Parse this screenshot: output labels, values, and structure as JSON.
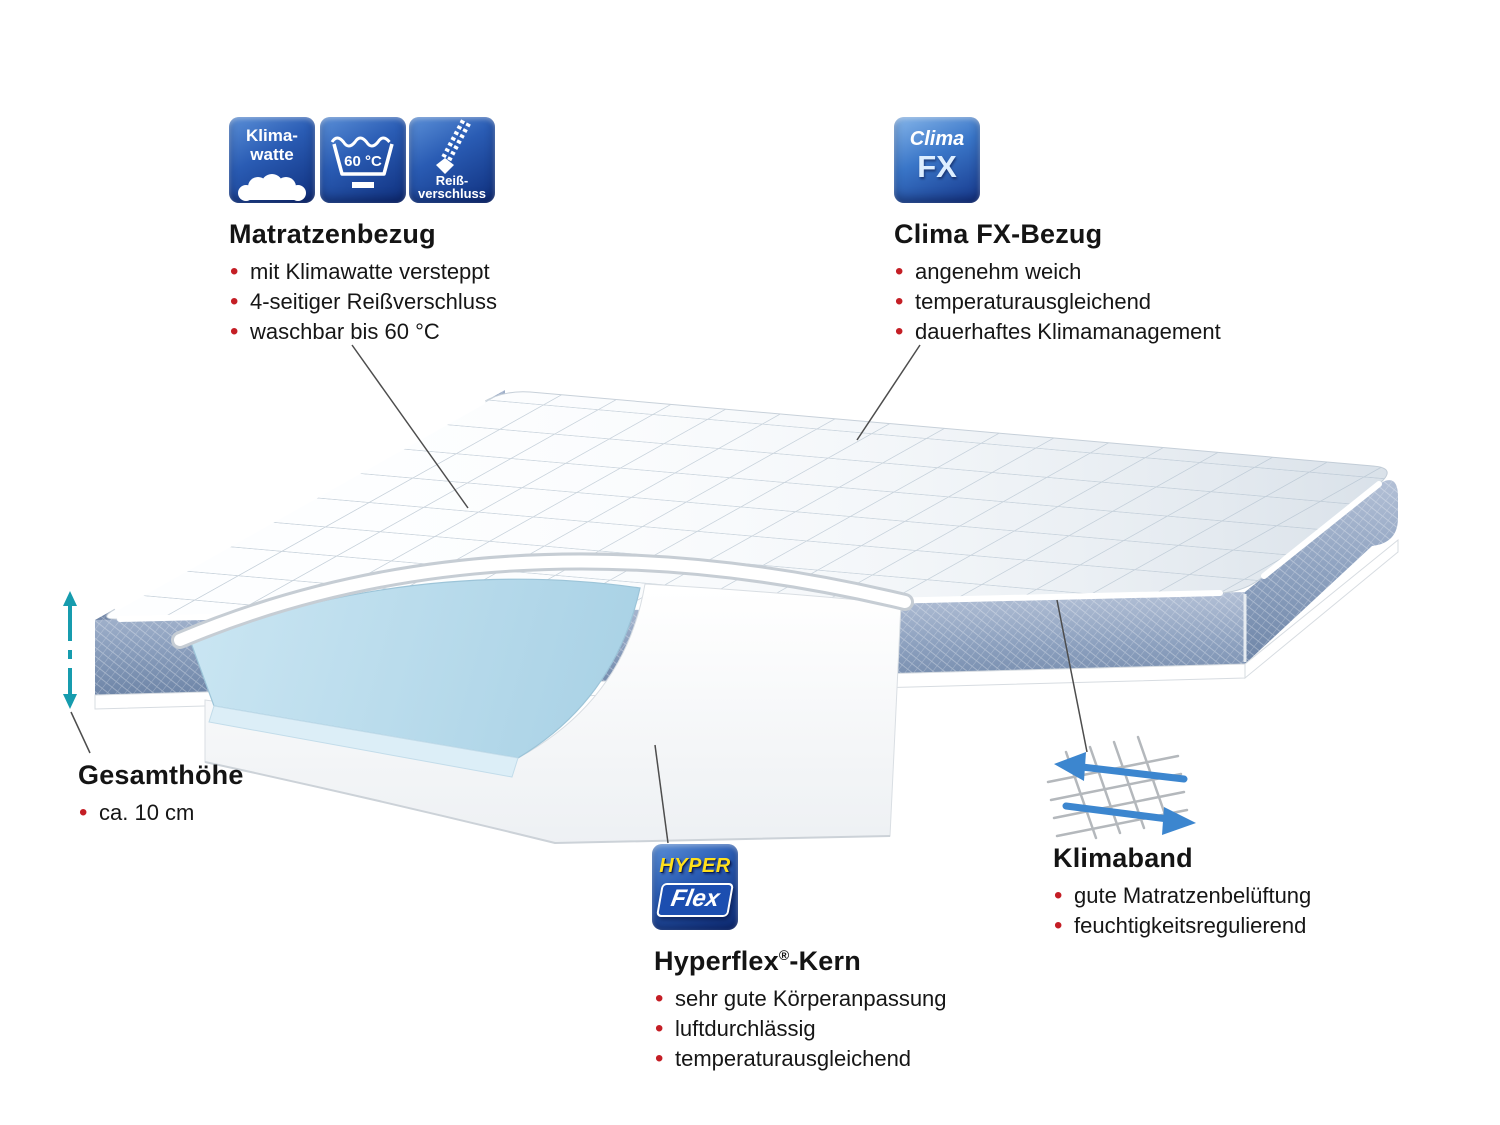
{
  "callouts": {
    "matratzenbezug": {
      "title": "Matratzenbezug",
      "bullets": [
        "mit Klimawatte versteppt",
        "4-seitiger Reißverschluss",
        "waschbar bis 60 °C"
      ]
    },
    "clima_fx": {
      "title": "Clima FX-Bezug",
      "bullets": [
        "angenehm weich",
        "temperaturausgleichend",
        "dauerhaftes Klimamanagement"
      ]
    },
    "gesamthoehe": {
      "title": "Gesamthöhe",
      "bullets": [
        "ca. 10 cm"
      ]
    },
    "hyperflex": {
      "title_main": "Hyperflex",
      "title_reg": "®",
      "title_suffix": "-Kern",
      "bullets": [
        "sehr gute Körperanpassung",
        "luftdurchlässig",
        "temperaturausgleichend"
      ]
    },
    "klimaband": {
      "title": "Klimaband",
      "bullets": [
        "gute Matratzenbelüftung",
        "feuchtigkeitsregulierend"
      ]
    }
  },
  "icons": {
    "klimawatte": {
      "line1": "Klima-",
      "line2": "watte"
    },
    "waschsymbol": {
      "temp": "60 °C"
    },
    "reissverschluss": {
      "line1": "Reiß-",
      "line2": "verschluss"
    },
    "clima_fx": {
      "line1": "Clima",
      "line2": "FX"
    },
    "hyperflex": {
      "line1": "HYPER",
      "line2": "Flex"
    }
  },
  "colors": {
    "icon_blue_dark": "#0f2f7d",
    "icon_blue_light": "#5b90d8",
    "bullet_red": "#c41e25",
    "foam_blue": "#b7dbeb",
    "band_blue_gray": "#8196b6",
    "accent_teal": "#169cae"
  }
}
